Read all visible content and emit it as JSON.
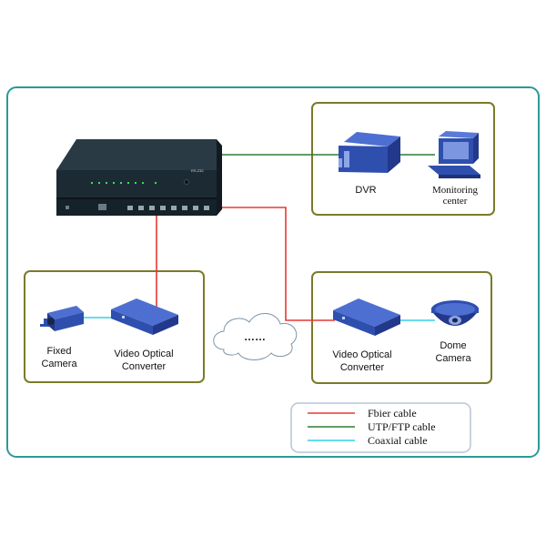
{
  "devices": {
    "switch_label_small": "RS-232",
    "dvr": "DVR",
    "monitoring_line1": "Monitoring",
    "monitoring_line2": "center",
    "fixed_camera_line1": "Fixed",
    "fixed_camera_line2": "Camera",
    "converter_left_line1": "Video Optical",
    "converter_left_line2": "Converter",
    "converter_right_line1": "Video Optical",
    "converter_right_line2": "Converter",
    "dome_camera_line1": "Dome",
    "dome_camera_line2": "Camera",
    "cloud_text": "……"
  },
  "legend": {
    "items": [
      {
        "label": "Fbier cable",
        "color": "#e53935"
      },
      {
        "label": "UTP/FTP cable",
        "color": "#2e7d32"
      },
      {
        "label": "Coaxial cable",
        "color": "#33d1e8"
      }
    ]
  },
  "colors": {
    "outer_border": "#2a9a98",
    "group_border": "#7b7a2a",
    "device_blue": "#2f4fae",
    "device_dark": "#1c2b33"
  }
}
